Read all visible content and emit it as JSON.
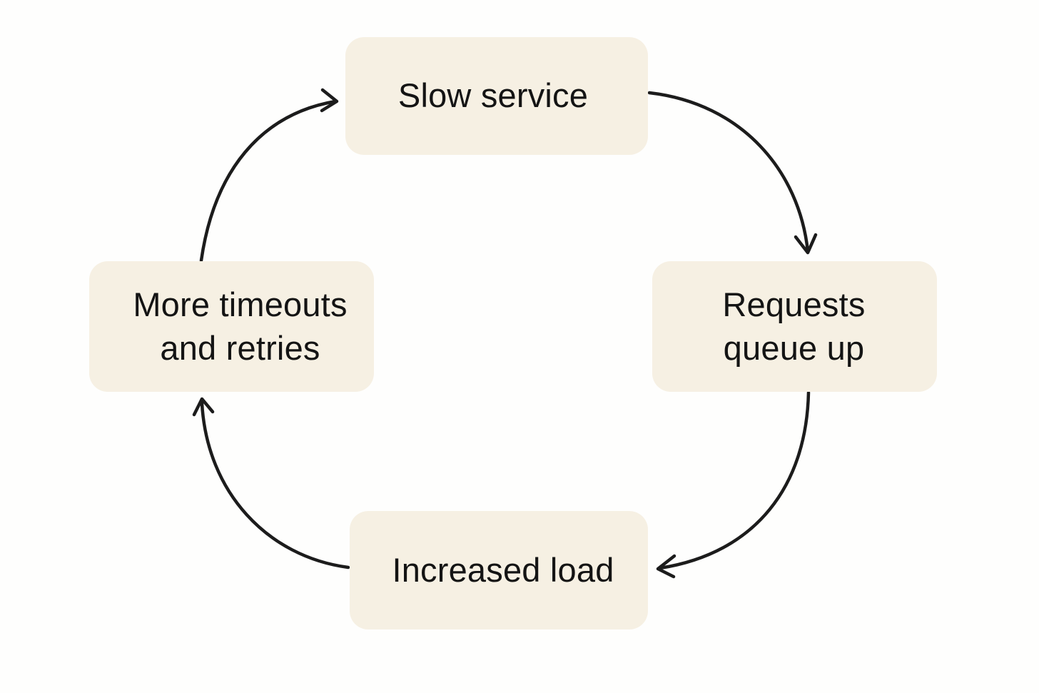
{
  "nodes": {
    "slow_service": "Slow service",
    "requests_queue_line1": "Requests",
    "requests_queue_line2": "queue up",
    "increased_load": "Increased load",
    "timeouts_line1": "More timeouts",
    "timeouts_line2": "and retries"
  },
  "colors": {
    "background": "#fefefd",
    "node_fill": "#f6f0e3",
    "text": "#141414",
    "arrow": "#1c1c1c"
  }
}
